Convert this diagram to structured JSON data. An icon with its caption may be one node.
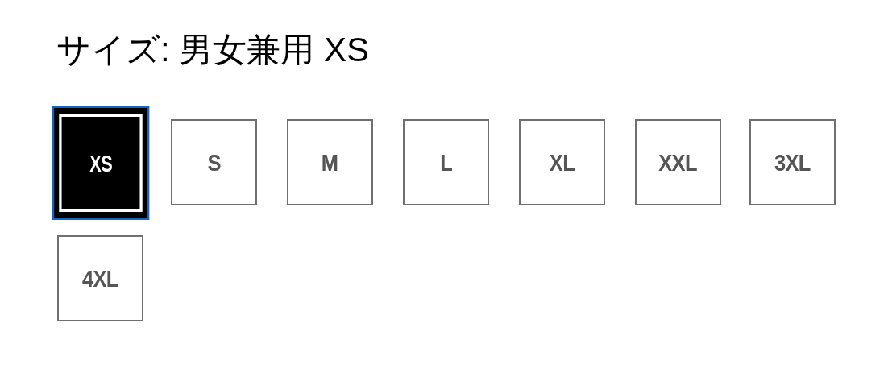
{
  "diagram": {
    "title": "サイズ: 男女兼用 XS",
    "nodes": [
      {
        "text": [
          "XS"
        ]
      },
      {
        "text": [
          "S"
        ]
      },
      {
        "text": [
          "M"
        ]
      },
      {
        "text": [
          "L"
        ]
      },
      {
        "text": [
          "XL"
        ]
      },
      {
        "text": [
          "XXL"
        ]
      },
      {
        "text": [
          "3XL"
        ]
      },
      {
        "text": [
          "4XL"
        ]
      }
    ]
  }
}
